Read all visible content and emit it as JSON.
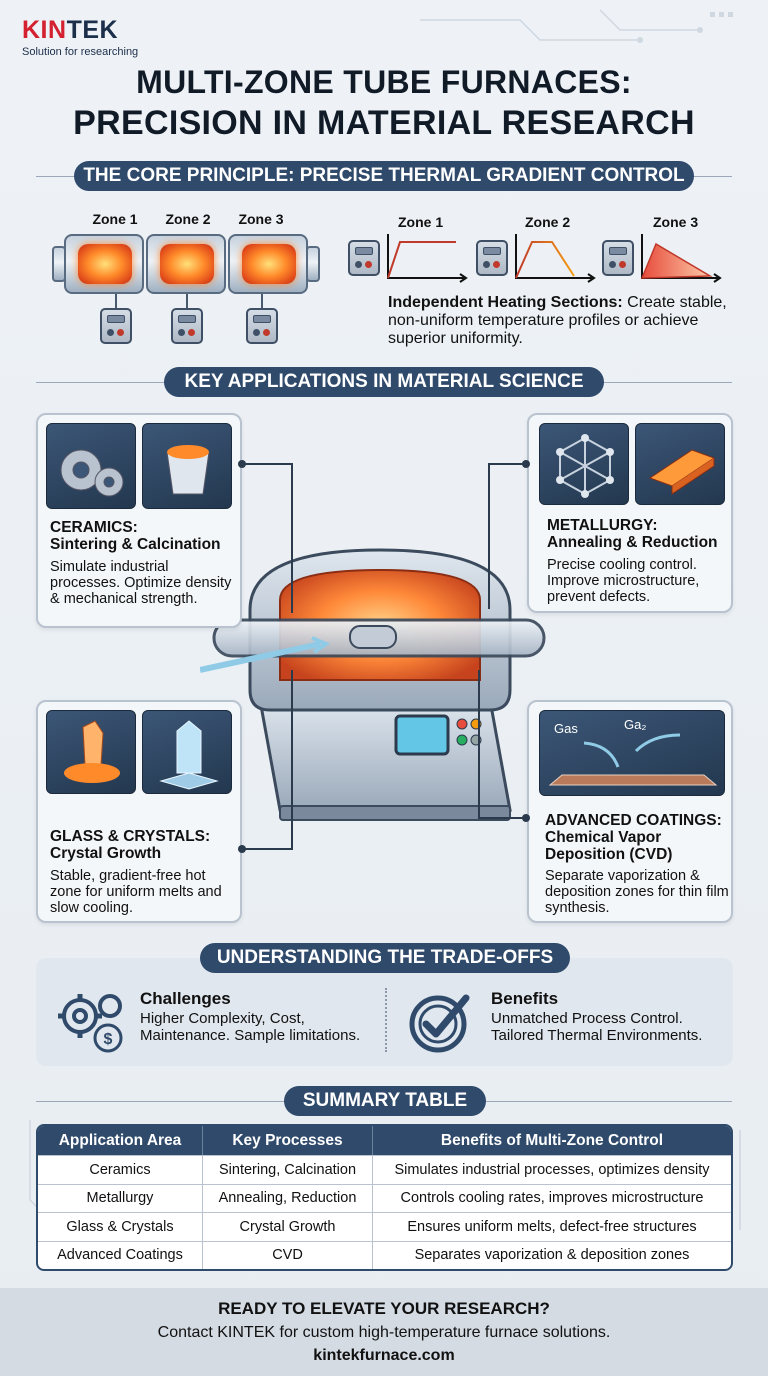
{
  "brand": {
    "name_red": "KIN",
    "name_rest": "TEK",
    "tagline": "Solution for researching"
  },
  "title": {
    "line1": "MULTI-ZONE TUBE FURNACES:",
    "line2": "PRECISION IN MATERIAL RESEARCH"
  },
  "core": {
    "heading": "THE CORE PRINCIPLE: PRECISE THERMAL GRADIENT CONTROL",
    "zones": [
      "Zone 1",
      "Zone 2",
      "Zone 3"
    ],
    "graph_zones": [
      "Zone 1",
      "Zone 2",
      "Zone 3"
    ],
    "independent_title": "Independent Heating Sections:",
    "independent_text": "Create stable, non-uniform temperature profiles or achieve superior uniformity."
  },
  "applications": {
    "heading": "KEY APPLICATIONS IN MATERIAL SCIENCE",
    "ceramics": {
      "title": "CERAMICS:",
      "subtitle": "Sintering & Calcination",
      "text": "Simulate industrial processes. Optimize density & mechanical strength."
    },
    "metallurgy": {
      "title": "METALLURGY:",
      "subtitle": "Annealing & Reduction",
      "text": "Precise cooling control. Improve microstructure, prevent defects."
    },
    "glass": {
      "title": "GLASS & CRYSTALS:",
      "subtitle": "Crystal Growth",
      "text": "Stable, gradient-free hot zone for uniform melts and slow cooling."
    },
    "coatings": {
      "title": "ADVANCED COATINGS:",
      "subtitle": "Chemical Vapor Deposition (CVD)",
      "text": "Separate vaporization & deposition zones for thin film synthesis.",
      "gas1": "Gas",
      "gas2": "Ga₂"
    }
  },
  "tradeoffs": {
    "heading": "UNDERSTANDING THE TRADE-OFFS",
    "challenges_title": "Challenges",
    "challenges_text": "Higher Complexity, Cost, Maintenance. Sample limitations.",
    "benefits_title": "Benefits",
    "benefits_text": "Unmatched Process Control. Tailored Thermal Environments."
  },
  "summary": {
    "heading": "SUMMARY TABLE",
    "headers": [
      "Application Area",
      "Key Processes",
      "Benefits of Multi-Zone Control"
    ],
    "rows": [
      [
        "Ceramics",
        "Sintering, Calcination",
        "Simulates industrial processes, optimizes density"
      ],
      [
        "Metallurgy",
        "Annealing, Reduction",
        "Controls cooling rates, improves microstructure"
      ],
      [
        "Glass & Crystals",
        "Crystal Growth",
        "Ensures uniform melts, defect-free structures"
      ],
      [
        "Advanced Coatings",
        "CVD",
        "Separates vaporization & deposition zones"
      ]
    ]
  },
  "footer": {
    "headline": "READY TO ELEVATE YOUR RESEARCH?",
    "text": "Contact KINTEK for custom high-temperature furnace solutions.",
    "url": "kintekfurnace.com"
  }
}
